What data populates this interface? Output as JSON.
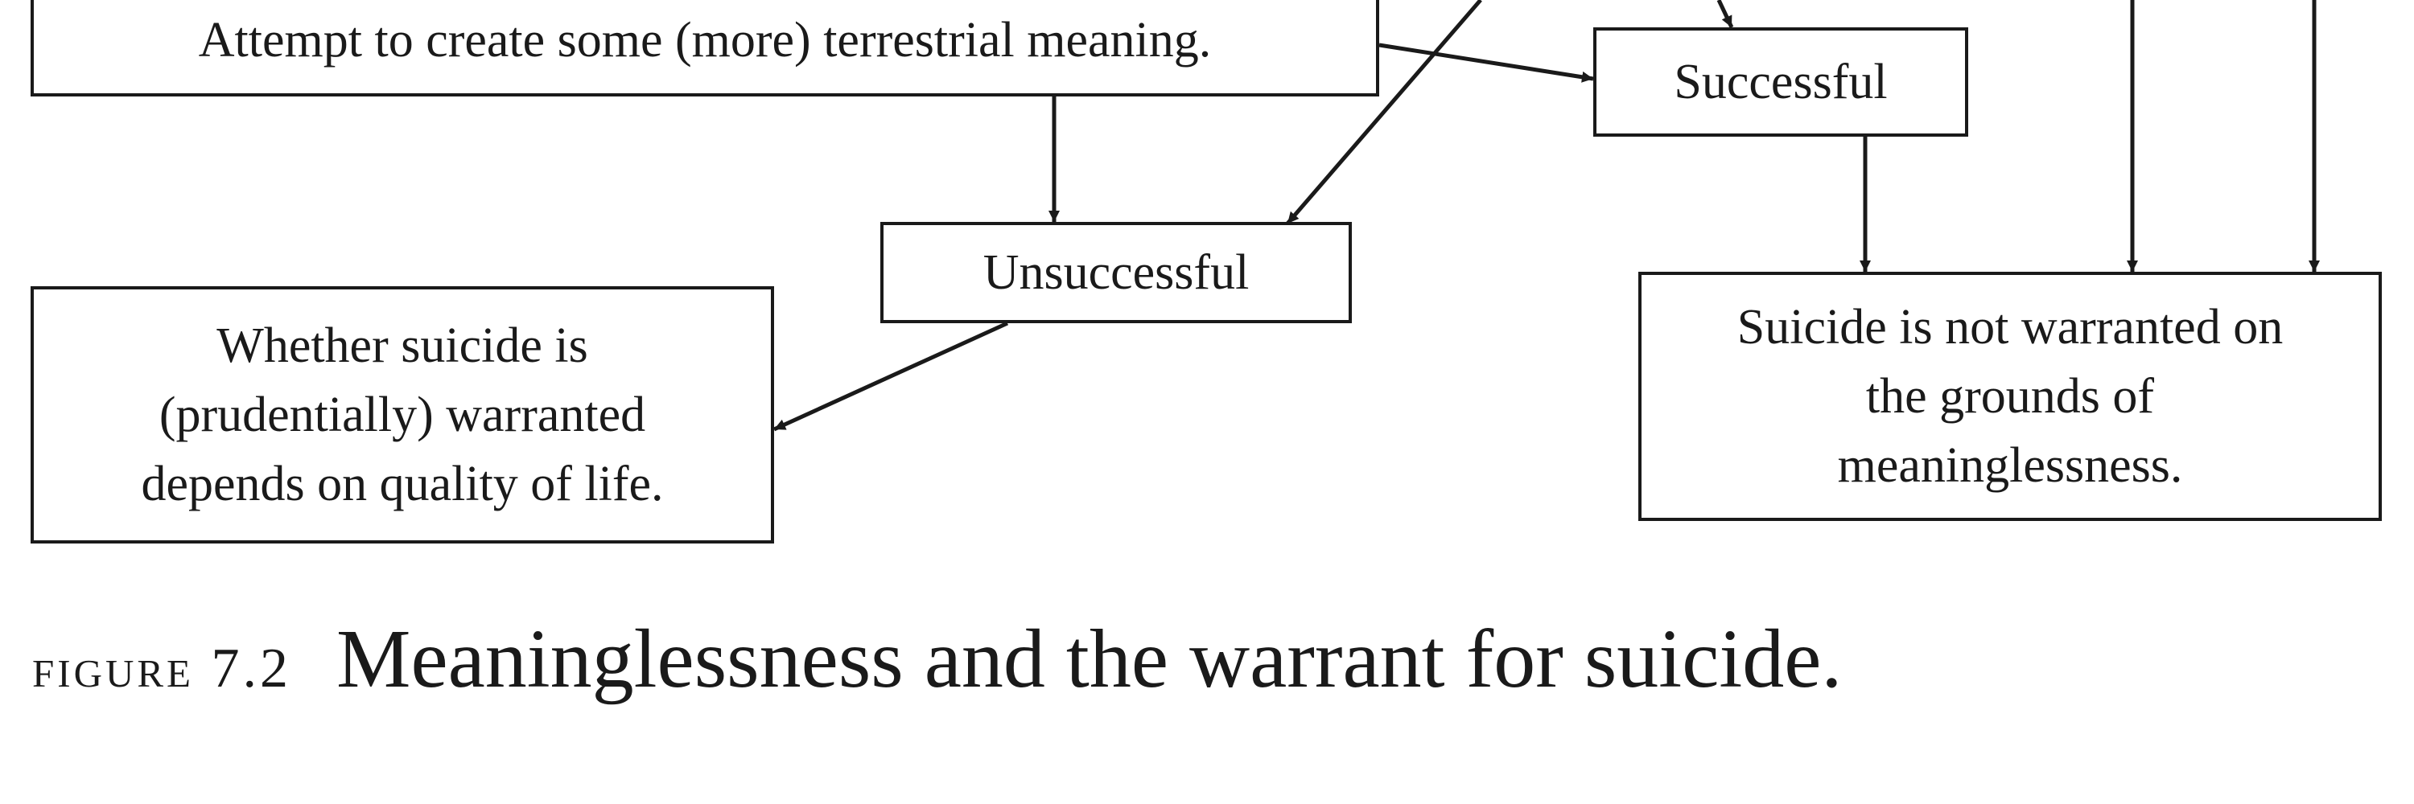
{
  "diagram": {
    "nodes": {
      "attempt": {
        "text": "Attempt to create some (more) terrestrial meaning."
      },
      "successful": {
        "text": "Successful"
      },
      "unsuccessful": {
        "text": "Unsuccessful"
      },
      "quality_of_life": {
        "lines": [
          "Whether suicide is",
          "(prudentially) warranted",
          "depends on quality of life."
        ]
      },
      "not_warranted": {
        "lines": [
          "Suicide is not warranted on",
          "the grounds of",
          "meaninglessness."
        ]
      }
    },
    "edges": [
      {
        "from": "attempt",
        "to": "successful"
      },
      {
        "from": "attempt",
        "to": "unsuccessful"
      },
      {
        "from": "off-page-above",
        "to": "unsuccessful"
      },
      {
        "from": "off-page-above",
        "to": "successful"
      },
      {
        "from": "unsuccessful",
        "to": "quality_of_life"
      },
      {
        "from": "successful",
        "to": "not_warranted"
      },
      {
        "from": "off-page-above",
        "to": "not_warranted"
      },
      {
        "from": "off-page-above",
        "to": "not_warranted"
      }
    ]
  },
  "caption": {
    "label": "FIGURE",
    "number": "7.2",
    "title": "Meaninglessness and the warrant for suicide."
  }
}
